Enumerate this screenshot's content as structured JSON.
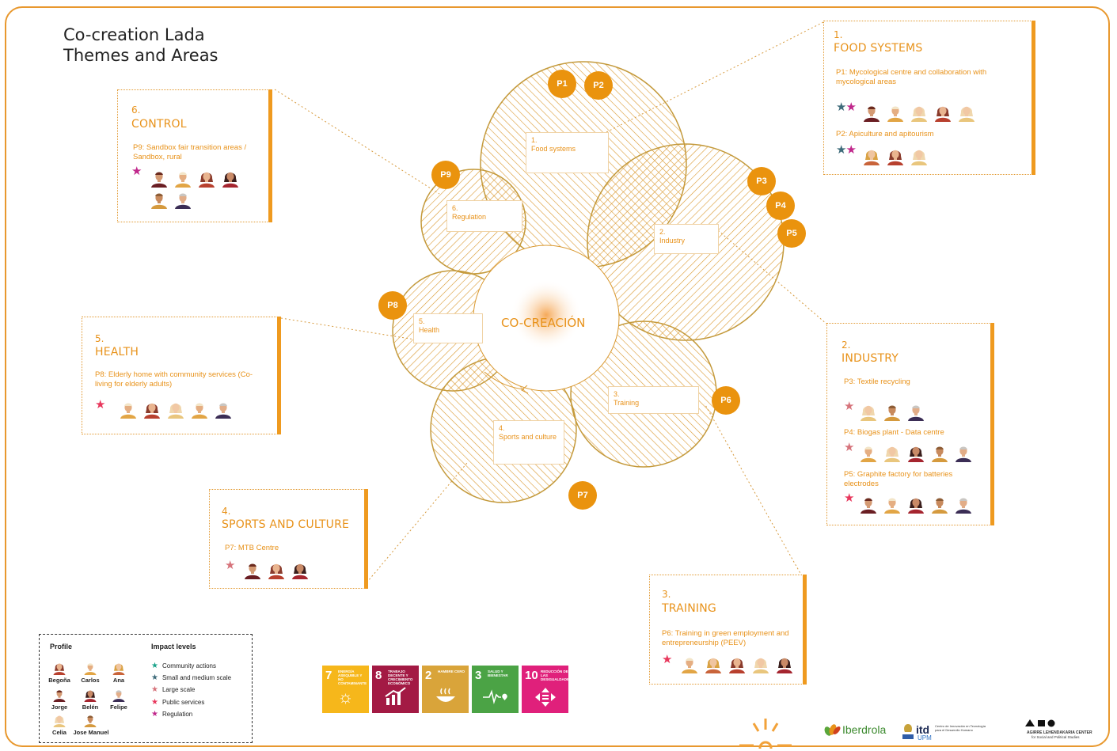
{
  "title": {
    "line1": "Co-creation Lada",
    "line2": "Themes and Areas"
  },
  "center_label": "CO-CREACIÓN",
  "colors": {
    "accent": "#e8921a",
    "star_green": "#1aa38a",
    "star_slate": "#3e6b7a",
    "star_pink": "#d6737b",
    "star_red": "#e8375c",
    "star_magenta": "#c0278b"
  },
  "circle_labels": {
    "c1": {
      "num": "1.",
      "name": "Food systems"
    },
    "c2": {
      "num": "2.",
      "name": "Industry"
    },
    "c3": {
      "num": "3.",
      "name": "Training"
    },
    "c4": {
      "num": "4.",
      "name": "Sports and culture"
    },
    "c5": {
      "num": "5.",
      "name": "Health"
    },
    "c6": {
      "num": "6.",
      "name": "Regulation"
    }
  },
  "bubbles": [
    "P1",
    "P2",
    "P3",
    "P4",
    "P5",
    "P6",
    "P7",
    "P8",
    "P9"
  ],
  "cards": {
    "food": {
      "num": "1.",
      "title": "FOOD SYSTEMS",
      "p1": "P1: Mycological centre and collaboration with mycological areas",
      "p2": "P2: Apiculture and apitourism"
    },
    "industry": {
      "num": "2.",
      "title": "INDUSTRY",
      "p3": "P3: Textile recycling",
      "p4": "P4: Biogas plant - Data centre",
      "p5": "P5: Graphite factory for batteries electrodes"
    },
    "training": {
      "num": "3.",
      "title": "TRAINING",
      "p6": "P6: Training in green employment and entrepreneurship (PEEV)"
    },
    "sports": {
      "num": "4.",
      "title": "SPORTS AND CULTURE",
      "p7": "P7: MTB Centre"
    },
    "health": {
      "num": "5.",
      "title": "HEALTH",
      "p8": "P8: Elderly home with community services (Co-living for elderly adults)"
    },
    "control": {
      "num": "6.",
      "title": "CONTROL",
      "p9": "P9: Sandbox fair transition areas / Sandbox, rural"
    }
  },
  "legend": {
    "profile_heading": "Profile",
    "impact_heading": "Impact levels",
    "profiles": [
      "Begoña",
      "Carlos",
      "Ana",
      "Jorge",
      "Belén",
      "Felipe",
      "Celia",
      "Jose Manuel"
    ],
    "levels": [
      "Community actions",
      "Small and medium scale",
      "Large scale",
      "Public services",
      "Regulation"
    ]
  },
  "sdgs": [
    {
      "num": "7",
      "text": "ENERGÍA ASEQUIBLE Y NO CONTAMINANTE",
      "icon": "sun-icon",
      "color": "#f6b71b"
    },
    {
      "num": "8",
      "text": "TRABAJO DECENTE Y CRECIMIENTO ECONÓMICO",
      "icon": "growth-chart-icon",
      "color": "#a31a44"
    },
    {
      "num": "2",
      "text": "HAMBRE CERO",
      "icon": "bowl-icon",
      "color": "#d9a43a"
    },
    {
      "num": "3",
      "text": "SALUD Y BIENESTAR",
      "icon": "heartbeat-icon",
      "color": "#4ba345"
    },
    {
      "num": "10",
      "text": "REDUCCIÓN DE LAS DESIGUALDADES",
      "icon": "equality-icon",
      "color": "#e0207b"
    }
  ],
  "logos": {
    "iberdrola": "Iberdrola",
    "itd": "itd",
    "itd_sub": "Centro de Innovación en Tecnología para el Desarrollo Humano",
    "upm": "UPM",
    "agirre": "AGIRRE LEHENDAKARIA CENTER",
    "agirre_sub": "for Social and Political Studies"
  }
}
